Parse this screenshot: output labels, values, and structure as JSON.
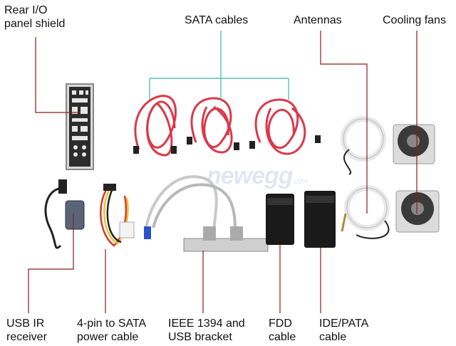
{
  "labels": {
    "rear_io": [
      "Rear I/O",
      "panel shield"
    ],
    "sata": "SATA cables",
    "antennas": "Antennas",
    "fans": "Cooling fans",
    "usb_ir": [
      "USB IR",
      "receiver"
    ],
    "power": [
      "4-pin to SATA",
      "power cable"
    ],
    "ieee": [
      "IEEE 1394 and",
      "USB bracket"
    ],
    "fdd": [
      "FDD",
      "cable"
    ],
    "ide": [
      "IDE/PATA",
      "cable"
    ]
  },
  "watermark": "newegg",
  "watermark_suffix": ".com",
  "colors": {
    "leader_red": "#8b1a1a",
    "leader_teal": "#35b8aa",
    "sata_red": "#d9394a"
  }
}
